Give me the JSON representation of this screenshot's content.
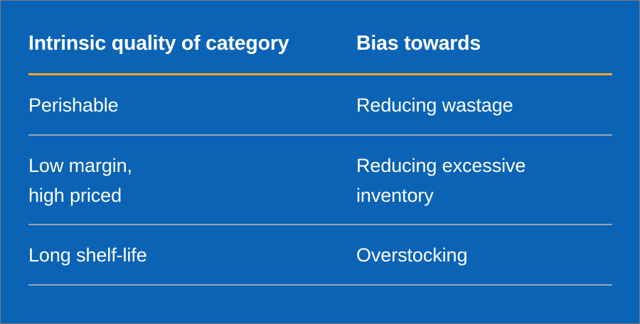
{
  "theme": {
    "background_color": "#0B63B5",
    "text_color": "#FFFFFF",
    "accent_rule_color": "#F0A92A",
    "divider_rule_color": "#99A5AD"
  },
  "table": {
    "columns": [
      {
        "header": "Intrinsic quality of category"
      },
      {
        "header": "Bias towards"
      }
    ],
    "rows": [
      {
        "intrinsic_quality": "Perishable",
        "bias_towards": "Reducing wastage"
      },
      {
        "intrinsic_quality": "Low margin,\nhigh priced",
        "bias_towards": "Reducing excessive\ninventory"
      },
      {
        "intrinsic_quality": "Long shelf-life",
        "bias_towards": "Overstocking"
      }
    ]
  }
}
